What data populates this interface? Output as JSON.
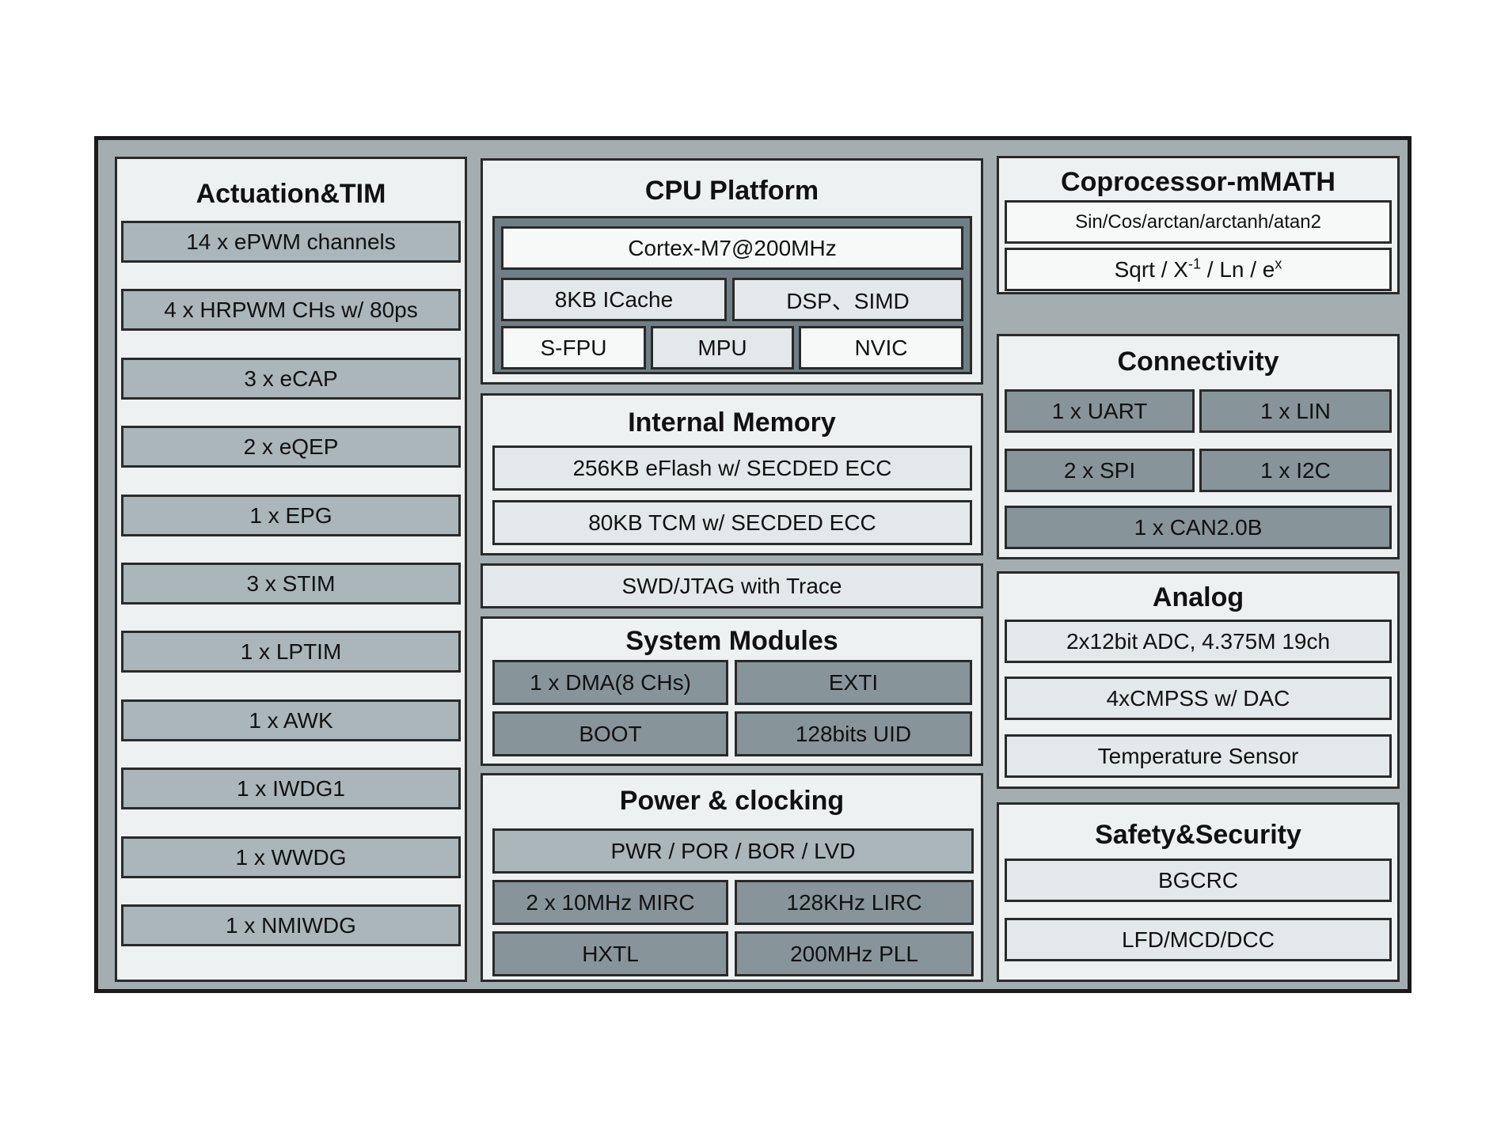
{
  "actuation": {
    "title": "Actuation&TIM",
    "items": [
      "14 x ePWM channels",
      "4 x HRPWM CHs w/ 80ps",
      "3 x eCAP",
      "2 x eQEP",
      "1 x EPG",
      "3 x STIM",
      "1 x LPTIM",
      "1 x AWK",
      "1 x IWDG1",
      "1 x WWDG",
      "1 x NMIWDG"
    ]
  },
  "cpu": {
    "title": "CPU Platform",
    "core": "Cortex-M7@200MHz",
    "icache": "8KB ICache",
    "dsp": "DSP、SIMD",
    "fpu": "S-FPU",
    "mpu": "MPU",
    "nvic": "NVIC"
  },
  "memory": {
    "title": "Internal Memory",
    "items": [
      "256KB eFlash w/ SECDED ECC",
      "80KB TCM w/ SECDED ECC"
    ]
  },
  "debug": {
    "label": "SWD/JTAG with Trace"
  },
  "system": {
    "title": "System Modules",
    "items": [
      "1 x DMA(8 CHs)",
      "EXTI",
      "BOOT",
      "128bits UID"
    ]
  },
  "power": {
    "title": "Power & clocking",
    "main": "PWR / POR / BOR / LVD",
    "items": [
      "2 x 10MHz MIRC",
      "128KHz LIRC",
      "HXTL",
      "200MHz PLL"
    ]
  },
  "coprocessor": {
    "title": "Coprocessor-mMATH",
    "trig": "Sin/Cos/arctan/arctanh/atan2",
    "math": {
      "a": "Sqrt / X",
      "a_sup": "-1",
      "b": " / Ln / e",
      "b_sup": "x"
    }
  },
  "connectivity": {
    "title": "Connectivity",
    "items": [
      "1 x UART",
      "1 x LIN",
      "2 x SPI",
      "1 x I2C",
      "1 x CAN2.0B"
    ]
  },
  "analog": {
    "title": "Analog",
    "items": [
      "2x12bit ADC, 4.375M 19ch",
      "4xCMPSS w/ DAC",
      "Temperature Sensor"
    ]
  },
  "safety": {
    "title": "Safety&Security",
    "items": [
      "BGCRC",
      "LFD/MCD/DCC"
    ]
  }
}
